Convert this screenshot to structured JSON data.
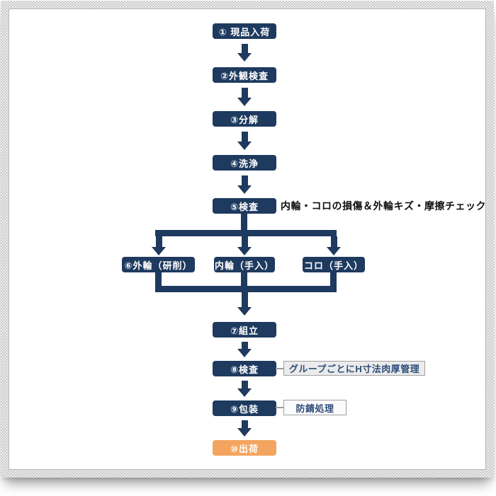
{
  "diagram": {
    "type": "flowchart",
    "steps": {
      "s1": {
        "label": "① 現品入荷"
      },
      "s2": {
        "label": "②外観検査"
      },
      "s3": {
        "label": "③分解"
      },
      "s4": {
        "label": "④洗浄"
      },
      "s5": {
        "label": "⑤検査"
      },
      "s7": {
        "label": "⑦組立"
      },
      "s8": {
        "label": "⑧検査"
      },
      "s9": {
        "label": "⑨包装"
      },
      "s10": {
        "label": "⑩出荷"
      }
    },
    "branches": {
      "outer_ring": {
        "label": "⑥外輪（研削）"
      },
      "inner_ring": {
        "label": "内輪（手入）"
      },
      "roller": {
        "label": "コロ（手入）"
      }
    },
    "annotations": {
      "inspection_check": "内輪・コロの損傷＆外輪キズ・摩擦チェック",
      "group_thickness": "グループごとにH寸法肉厚管理",
      "rust_prevention": "防錆処理"
    },
    "colors": {
      "box_navy": "#1e3a5f",
      "box_orange": "#f3a55f",
      "note_text": "#2e4d7b"
    }
  }
}
